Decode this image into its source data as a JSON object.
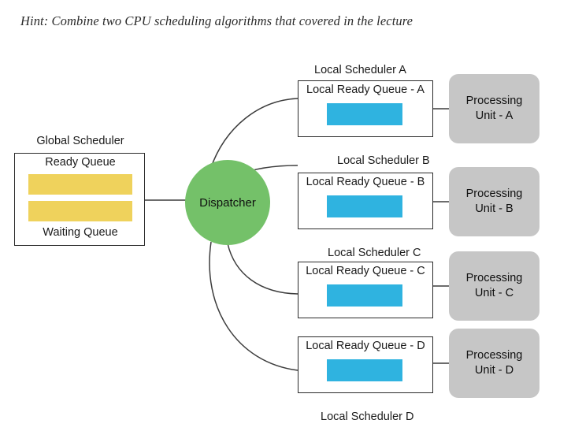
{
  "hint": "Hint: Combine two CPU scheduling algorithms that covered in the lecture",
  "colors": {
    "ready_queue_bar": "#efd25c",
    "local_ready_queue_bar": "#2fb3e0",
    "dispatcher_circle": "#74c169",
    "processing_unit": "#c6c6c6",
    "outline": "#2b2b2b"
  },
  "global_scheduler": {
    "title": "Global Scheduler",
    "ready_queue_label": "Ready Queue",
    "waiting_queue_label": "Waiting Queue"
  },
  "dispatcher": {
    "label": "Dispatcher"
  },
  "local_schedulers": [
    {
      "title": "Local Scheduler A",
      "queue_label": "Local Ready Queue - A"
    },
    {
      "title": "Local Scheduler B",
      "queue_label": "Local Ready Queue - B"
    },
    {
      "title": "Local Scheduler C",
      "queue_label": "Local Ready Queue - C"
    },
    {
      "title": "Local Scheduler D",
      "queue_label": "Local Ready Queue - D"
    }
  ],
  "processing_units": [
    {
      "line1": "Processing",
      "line2": "Unit - A"
    },
    {
      "line1": "Processing",
      "line2": "Unit - B"
    },
    {
      "line1": "Processing",
      "line2": "Unit - C"
    },
    {
      "line1": "Processing",
      "line2": "Unit - D"
    }
  ]
}
